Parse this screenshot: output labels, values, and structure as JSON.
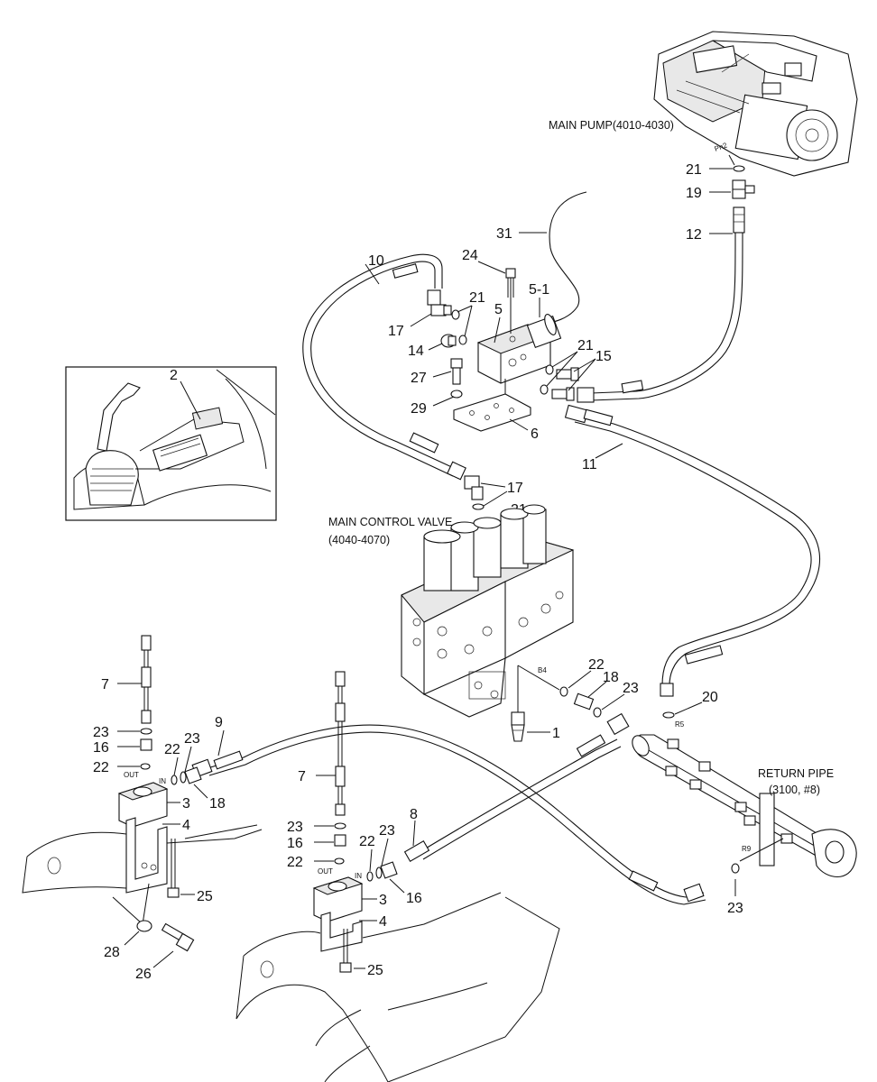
{
  "labels": {
    "main_pump": "MAIN PUMP(4010-4030)",
    "main_control_valve_line1": "MAIN CONTROL VALVE",
    "main_control_valve_line2": "(4040-4070)",
    "return_pipe_line1": "RETURN PIPE",
    "return_pipe_line2": "(3100, #8)",
    "pn2": "Pn2",
    "b4": "B4",
    "r5": "R5",
    "r9": "R9",
    "out_left": "OUT",
    "in_left": "IN",
    "out_right": "OUT",
    "in_right": "IN"
  },
  "callouts": {
    "c21_pump": "21",
    "c19": "19",
    "c12": "12",
    "c31": "31",
    "c24": "24",
    "c5_1": "5-1",
    "c10": "10",
    "c21_valve": "21",
    "c5": "5",
    "c17_top": "17",
    "c14": "14",
    "c21_right": "21",
    "c15": "15",
    "c27": "27",
    "c29": "29",
    "c6": "6",
    "c11": "11",
    "c2": "2",
    "c17_mid": "17",
    "c21_mid": "21",
    "c22_mcv": "22",
    "c18_mcv": "18",
    "c23_mcv": "23",
    "c1": "1",
    "c20": "20",
    "c7_left": "7",
    "c23_left": "23",
    "c16_left": "16",
    "c9": "9",
    "c22_left_a": "22",
    "c23_left_b": "23",
    "c22_left_b": "22",
    "c3_left": "3",
    "c18_left": "18",
    "c4_left": "4",
    "c25_left": "25",
    "c28": "28",
    "c26": "26",
    "c7_mid": "7",
    "c23_mid": "23",
    "c16_mid": "16",
    "c8": "8",
    "c22_mid_a": "22",
    "c23_mid_b": "23",
    "c22_mid_b": "22",
    "c3_mid": "3",
    "c16_mid_b": "16",
    "c4_mid": "4",
    "c25_mid": "25",
    "c23_return": "23"
  }
}
